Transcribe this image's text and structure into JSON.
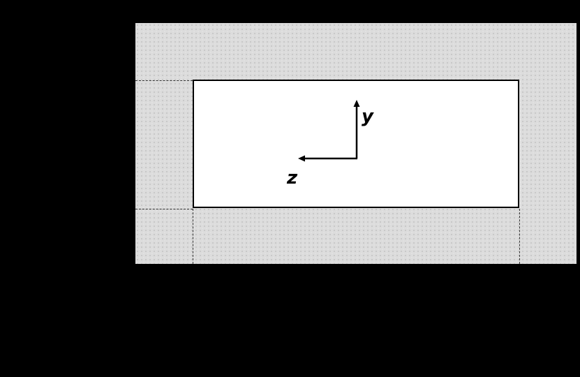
{
  "diagram": {
    "description": "Cross-section of a rectangular member embedded in a stippled surrounding region, with local y-z coordinate axes",
    "colors": {
      "background": "#000000",
      "surrounding_region": "#dcdcdc",
      "section_fill": "#ffffff",
      "outline": "#000000",
      "dashed_lines": "#333333"
    },
    "axes": {
      "y_label": "y",
      "z_label": "z",
      "y_direction": "up",
      "z_direction": "left"
    },
    "regions": [
      {
        "name": "surrounding-region",
        "fill": "stippled gray"
      },
      {
        "name": "rectangular-section",
        "fill": "white",
        "outline": "solid black"
      }
    ],
    "guide_lines": [
      {
        "orientation": "horizontal",
        "style": "dashed",
        "position": "top edge extension to left"
      },
      {
        "orientation": "horizontal",
        "style": "dashed",
        "position": "bottom edge extension to left"
      },
      {
        "orientation": "vertical",
        "style": "dashed",
        "position": "left edge extension downward"
      },
      {
        "orientation": "vertical",
        "style": "dashed",
        "position": "right edge extension downward"
      }
    ]
  }
}
